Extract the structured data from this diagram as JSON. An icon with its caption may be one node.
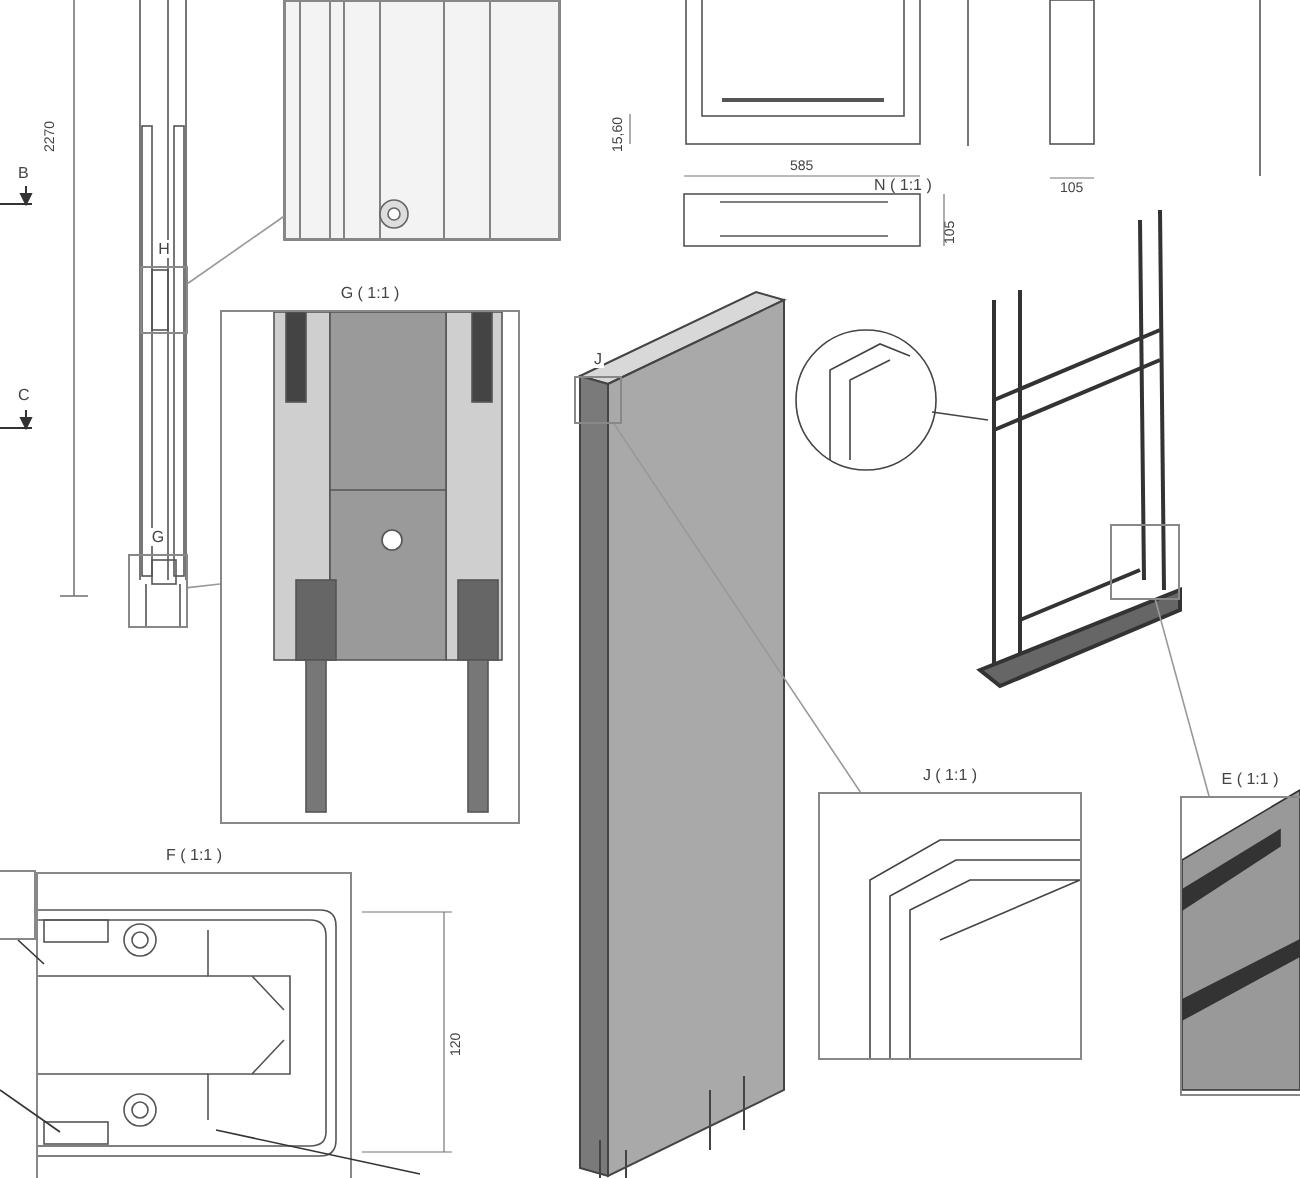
{
  "diagram": {
    "nodes": [
      {
        "text": [
          "H"
        ]
      },
      {
        "text": [],
        "shape": "box"
      },
      {
        "text": [
          "G"
        ]
      },
      {
        "text": [
          "G ( 1:1 )"
        ]
      },
      {
        "text": [
          "J"
        ]
      },
      {
        "text": [
          "J ( 1:1 )"
        ]
      },
      {
        "text": [],
        "shape": "box"
      },
      {
        "text": [
          "E ( 1:1 )"
        ]
      },
      {
        "text": [
          "F ( 1:1 )"
        ]
      },
      {
        "text": [],
        "shape": "box"
      }
    ],
    "edges": [
      {
        "from": 0,
        "to": 1,
        "arrow": "none"
      },
      {
        "from": 2,
        "to": 3,
        "arrow": "none"
      },
      {
        "from": 4,
        "to": 5,
        "arrow": "none"
      },
      {
        "from": 6,
        "to": 7,
        "arrow": "none"
      },
      {
        "from": 9,
        "to": null,
        "arrow": "none",
        "color": "#333333"
      },
      {
        "from": null,
        "to": 8,
        "arrow": "none",
        "color": "#333333"
      },
      {
        "from": 8,
        "to": null,
        "arrow": "none",
        "color": "#333333"
      }
    ],
    "labels": [
      "2270",
      "B",
      "C",
      "15,60",
      "585",
      "N ( 1:1 )",
      "105",
      "105",
      "120"
    ]
  }
}
